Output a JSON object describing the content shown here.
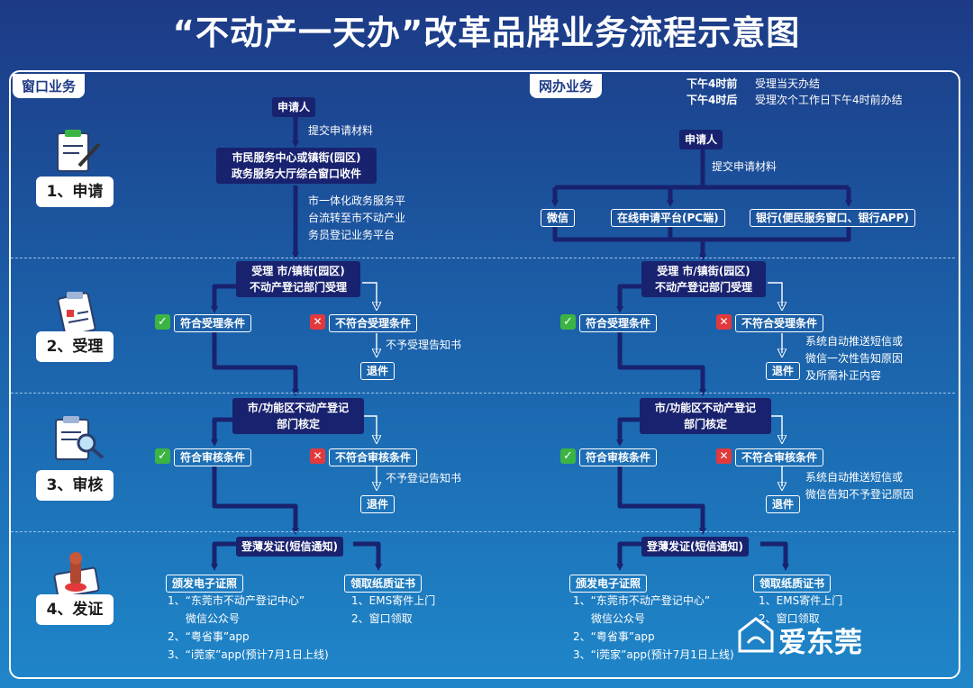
{
  "title": "“不动产一天办”改革品牌业务流程示意图",
  "headers": {
    "window": "窗口业务",
    "online": "网办业务"
  },
  "time_notes": [
    {
      "time": "下午4时前",
      "text": "受理当天办结"
    },
    {
      "time": "下午4时后",
      "text": "受理次个工作日下午4时前办结"
    }
  ],
  "steps": [
    "1、申请",
    "2、受理",
    "3、审核",
    "4、发证"
  ],
  "step_icons": [
    "clipboard-writing-icon",
    "clipboard-check-icon",
    "document-magnifier-icon",
    "certificate-seal-icon"
  ],
  "window": {
    "applicant": "申请人",
    "submit": "提交申请材料",
    "center": "市民服务中心或镇街(园区)\n政务服务大厅综合窗口收件",
    "transfer": "市一体化政务服务平\n台流转至市不动产业\n务员登记业务平台",
    "accept": "受理 市/镇街(园区)\n不动产登记部门受理",
    "ok_accept": "符合受理条件",
    "no_accept": "不符合受理条件",
    "no_accept_note": "不予受理告知书",
    "return1": "退件",
    "review": "市/功能区不动产登记\n部门核定",
    "ok_review": "符合审核条件",
    "no_review": "不符合审核条件",
    "no_review_note": "不予登记告知书",
    "return2": "退件",
    "issue": "登薄发证(短信通知)",
    "ecert": "颁发电子证照",
    "ecert_items": [
      "1、“东莞市不动产登记中心”",
      "微信公众号",
      "2、“粤省事”app",
      "3、“i莞家”app(预计7月1日上线)"
    ],
    "paper": "领取纸质证书",
    "paper_items": [
      "1、EMS寄件上门",
      "2、窗口领取"
    ]
  },
  "online": {
    "applicant": "申请人",
    "submit": "提交申请材料",
    "channels": [
      "微信",
      "在线申请平台(PC端)",
      "银行(便民服务窗口、银行APP)"
    ],
    "accept": "受理 市/镇街(园区)\n不动产登记部门受理",
    "ok_accept": "符合受理条件",
    "no_accept": "不符合受理条件",
    "no_accept_note": "系统自动推送短信或\n微信一次性告知原因\n及所需补正内容",
    "return1": "退件",
    "review": "市/功能区不动产登记\n部门核定",
    "ok_review": "符合审核条件",
    "no_review": "不符合审核条件",
    "no_review_note": "系统自动推送短信或\n微信告知不予登记原因",
    "return2": "退件",
    "issue": "登薄发证(短信通知)",
    "ecert": "颁发电子证照",
    "ecert_items": [
      "1、“东莞市不动产登记中心”",
      "微信公众号",
      "2、“粤省事”app",
      "3、“i莞家”app(预计7月1日上线)"
    ],
    "paper": "领取纸质证书",
    "paper_items": [
      "1、EMS寄件上门",
      "2、窗口领取"
    ]
  },
  "logo": "爱东莞",
  "colors": {
    "navy": "#18226f",
    "check": "#3cb443",
    "cross": "#e3393c"
  }
}
